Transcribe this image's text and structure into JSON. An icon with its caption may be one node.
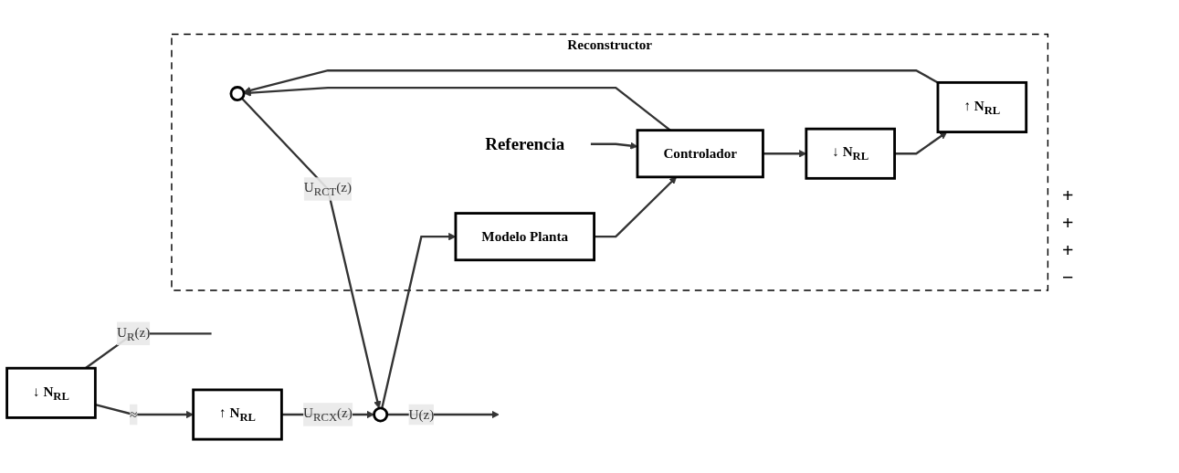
{
  "diagram": {
    "nodes": [
      {
        "text": [
          "Reconstructor"
        ]
      },
      {
        "text": [
          "↑ N$_{RL}$"
        ]
      },
      {
        "text": [],
        "shape": "circle"
      },
      {
        "text": [
          "↓ N$_{RL}$"
        ]
      },
      {
        "text": [],
        "shape": "circle",
        "in": 0
      },
      {
        "text": [
          "Controlador"
        ],
        "in": 0
      },
      {
        "text": [
          "Modelo Planta"
        ],
        "in": 0
      },
      {
        "text": [
          "↓ N$_{RL}$"
        ],
        "in": 0
      },
      {
        "text": [
          "↑ N$_{RL}$"
        ],
        "in": 0
      },
      {
        "text": [
          "Referencia"
        ],
        "in": 0
      }
    ],
    "edges": [
      {
        "from": 3,
        "to": 1,
        "arrow": "to",
        "label": "≈"
      },
      {
        "from": 1,
        "to": 2,
        "arrow": "to",
        "label": "U$_{RCX}$(z)"
      },
      {
        "from": 2,
        "to": null,
        "arrow": "to",
        "label": "U(z)"
      },
      {
        "from": 2,
        "to": 6,
        "arrow": "to"
      },
      {
        "from": 6,
        "to": 5,
        "arrow": "to"
      },
      {
        "from": 5,
        "to": 4,
        "arrow": "to"
      },
      {
        "from": 5,
        "to": 7,
        "arrow": "to"
      },
      {
        "from": 7,
        "to": 8,
        "arrow": "to"
      },
      {
        "from": 8,
        "to": 4,
        "arrow": "to"
      },
      {
        "from": 4,
        "to": 2,
        "arrow": "to",
        "label": "U$_{RCT}$(z)"
      },
      {
        "from": 9,
        "to": 5,
        "arrow": "to"
      },
      {
        "from": 3,
        "to": null,
        "arrow": "none",
        "label": "U$_{R}$(z)"
      }
    ],
    "labels": [
      "+",
      "+",
      "+",
      "−"
    ]
  }
}
